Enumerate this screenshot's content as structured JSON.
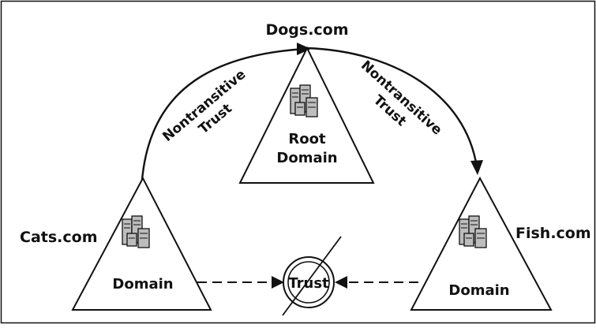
{
  "diagram": {
    "nodes": {
      "dogs": {
        "name": "Dogs.com",
        "inner_line1": "Root",
        "inner_line2": "Domain",
        "icon": "server-cluster-icon"
      },
      "cats": {
        "name": "Cats.com",
        "inner_label": "Domain",
        "icon": "server-cluster-icon"
      },
      "fish": {
        "name": "Fish.com",
        "inner_label": "Domain",
        "icon": "server-cluster-icon"
      }
    },
    "edges": {
      "left_arc": {
        "line1": "Nontransitive",
        "line2": "Trust"
      },
      "right_arc": {
        "line1": "Nontransitive",
        "line2": "Trust"
      },
      "blocked_trust": {
        "label": "Trust",
        "status_symbol": "no-trust-slash"
      }
    },
    "colors": {
      "stroke": "#111111",
      "background": "#ffffff",
      "icon_fill": "#bdbdbd"
    }
  }
}
